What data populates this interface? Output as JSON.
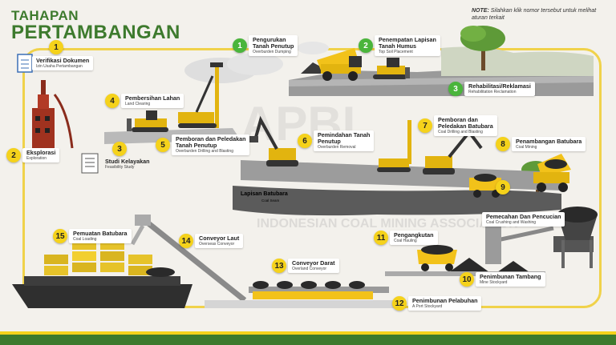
{
  "header": {
    "title_top": "TAHAPAN",
    "title_main": "PERTAMBANGAN"
  },
  "note": {
    "prefix": "NOTE:",
    "text": "Silahkan klik nomor tersebut untuk melihat aturan terkait"
  },
  "watermark": {
    "logo_text": "APBI",
    "text": "INDONESIAN COAL MINING ASSOCIATION"
  },
  "coal_seam": {
    "label": "Lapisan Batubara",
    "sub": "Coal Seam"
  },
  "steps": [
    {
      "num": "1",
      "main": "Pengurukan\nTanah Penutup",
      "sub": "Overburden Dumping",
      "color": "#4ab53b"
    },
    {
      "num": "2",
      "main": "Penempatan Lapisan\nTanah Humus",
      "sub": "Top Soil Placement",
      "color": "#4ab53b"
    },
    {
      "num": "3",
      "main": "Rehabilitasi/Reklamasi",
      "sub": "Rehabilitation Reclamation",
      "color": "#4ab53b"
    },
    {
      "num": "4",
      "main": "Pembersihan Lahan",
      "sub": "Land Clearing",
      "color": "#f5d21b"
    },
    {
      "num": "5",
      "main": "Pemboran dan Peledakan\nTanah Penutup",
      "sub": "Overburden Drilling and Blasting",
      "color": "#f5d21b"
    },
    {
      "num": "6",
      "main": "Pemindahan Tanah\nPenutup",
      "sub": "Overburden Removal",
      "color": "#f5d21b"
    },
    {
      "num": "7",
      "main": "Pemboran dan\nPeledakan Batubara",
      "sub": "Coal Drilling and Blasting",
      "color": "#f5d21b"
    },
    {
      "num": "8",
      "main": "Penambangan Batubara",
      "sub": "Coal Mining",
      "color": "#f5d21b"
    },
    {
      "num": "9",
      "main": "Pemecahan Dan Pencucian",
      "sub": "Coal Crushing and Washing",
      "color": "#f5d21b"
    },
    {
      "num": "10",
      "main": "Penimbunan Tambang",
      "sub": "Mine Stockyard",
      "color": "#f5d21b"
    },
    {
      "num": "11",
      "main": "Pengangkutan",
      "sub": "Coal Hauling",
      "color": "#f5d21b"
    },
    {
      "num": "12",
      "main": "Penimbunan Pelabuhan",
      "sub": "A Port Stockyard",
      "color": "#f5d21b"
    },
    {
      "num": "13",
      "main": "Conveyor Darat",
      "sub": "Overland Conveyor",
      "color": "#f5d21b"
    },
    {
      "num": "14",
      "main": "Conveyor Laut",
      "sub": "Overseas Conveyor",
      "color": "#f5d21b"
    },
    {
      "num": "15",
      "main": "Pemuatan Batubara",
      "sub": "Coal Loading",
      "color": "#f5d21b"
    },
    {
      "num": "1",
      "main": "Verifikasi Dokumen",
      "sub": "Izin Usaha Pertambangan",
      "color": "#f5d21b"
    },
    {
      "num": "2",
      "main": "Eksplorasi",
      "sub": "Exploration",
      "color": "#f5d21b"
    },
    {
      "num": "3",
      "main": "Studi Kelayakan",
      "sub": "Feasibility Study",
      "color": "#f5d21b"
    }
  ]
}
